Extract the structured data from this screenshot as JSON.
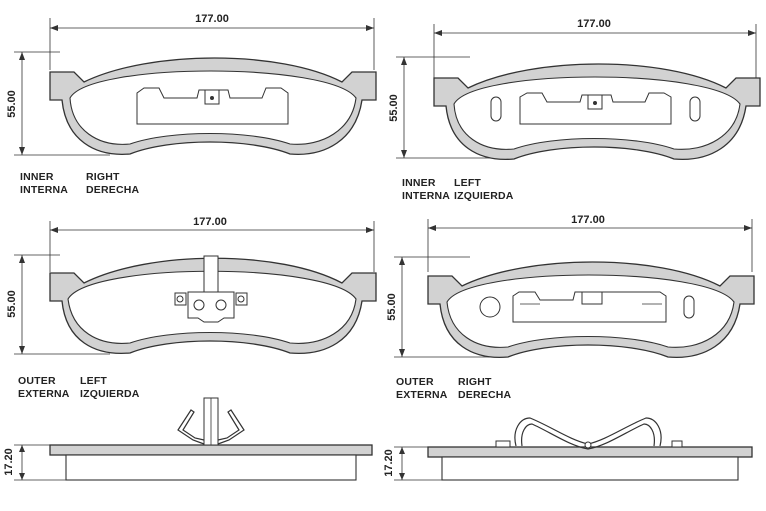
{
  "views": [
    {
      "id": "top-left",
      "width_label": "177.00",
      "height_label": "55.00",
      "side_en": "INNER",
      "side_es": "INTERNA",
      "pos_en": "RIGHT",
      "pos_es": "DERECHA"
    },
    {
      "id": "top-right",
      "width_label": "177.00",
      "height_label": "55.00",
      "side_en": "INNER",
      "side_es": "INTERNA",
      "pos_en": "LEFT",
      "pos_es": "IZQUIERDA"
    },
    {
      "id": "middle-left",
      "width_label": "177.00",
      "height_label": "55.00",
      "side_en": "OUTER",
      "side_es": "EXTERNA",
      "pos_en": "LEFT",
      "pos_es": "IZQUIERDA"
    },
    {
      "id": "middle-right",
      "width_label": "177.00",
      "height_label": "55.00",
      "side_en": "OUTER",
      "side_es": "EXTERNA",
      "pos_en": "RIGHT",
      "pos_es": "DERECHA"
    }
  ],
  "side_views": [
    {
      "id": "bottom-left",
      "thickness_label": "17.20"
    },
    {
      "id": "bottom-right",
      "thickness_label": "17.20"
    }
  ]
}
